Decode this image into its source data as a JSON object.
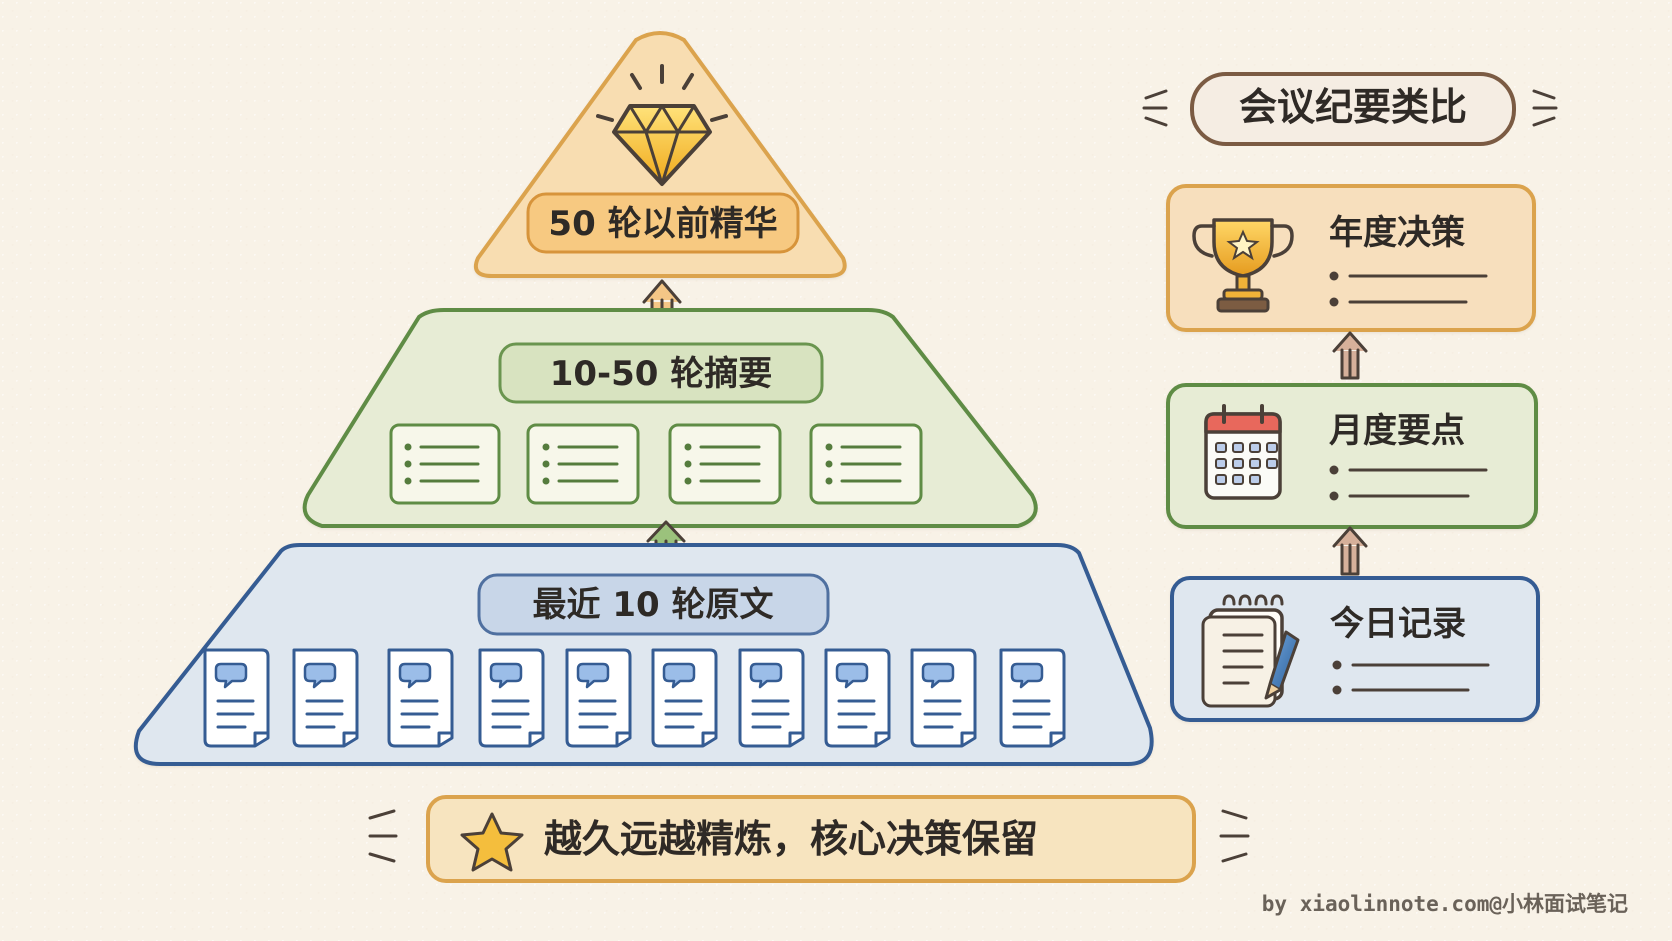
{
  "pyramid": {
    "top_label": "50 轮以前精华",
    "middle_label": "10-50 轮摘要",
    "bottom_label": "最近 10 轮原文",
    "colors": {
      "top_fill": "#f8ddb1",
      "top_stroke": "#dba34d",
      "middle_fill": "#e7ecd5",
      "middle_stroke": "#5f8c45",
      "bottom_fill": "#dfe7ef",
      "bottom_stroke": "#365c93"
    }
  },
  "analogy": {
    "title": "会议纪要类比",
    "items": [
      {
        "label": "年度决策"
      },
      {
        "label": "月度要点"
      },
      {
        "label": "今日记录"
      }
    ]
  },
  "footer": {
    "note": "越久远越精炼，核心决策保留",
    "watermark": "by xiaolinnote.com@小林面试笔记"
  }
}
